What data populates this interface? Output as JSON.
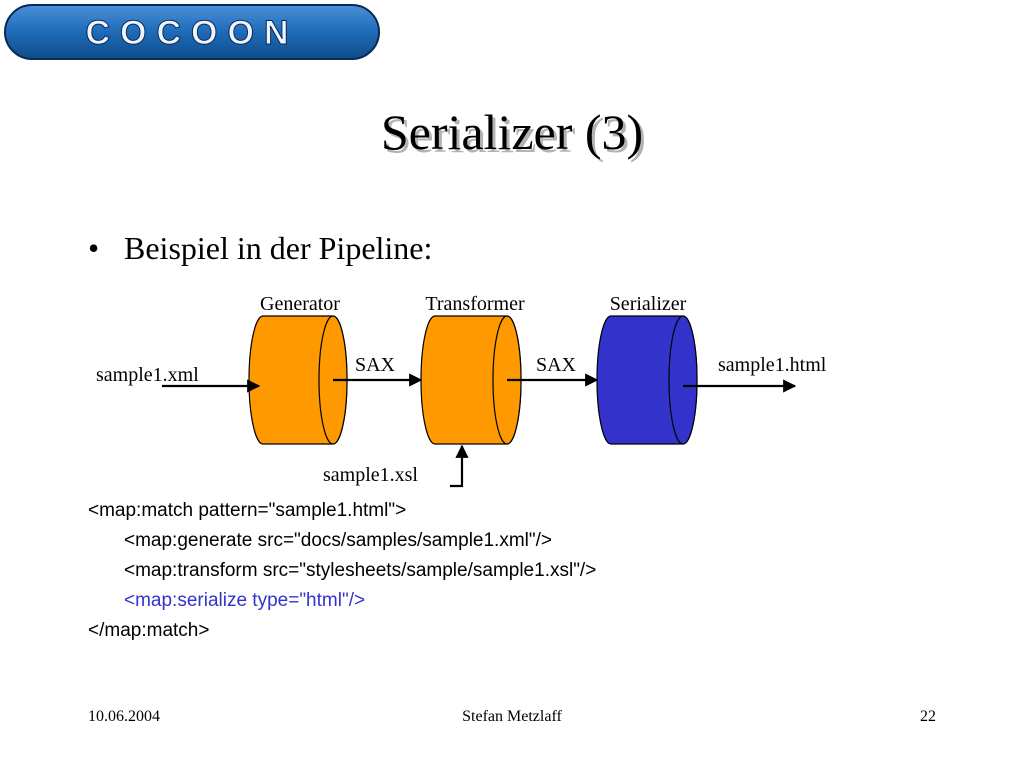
{
  "colors": {
    "logo_bg": "#1e6bb8",
    "orange": "#ff9900",
    "blue": "#3333cc",
    "code_highlight": "#3333cc"
  },
  "logo": {
    "text": "COCOON"
  },
  "slide": {
    "title": "Serializer (3)",
    "bullet": "Beispiel in der Pipeline:"
  },
  "diagram": {
    "components": [
      "Generator",
      "Transformer",
      "Serializer"
    ],
    "input": "sample1.xml",
    "output": "sample1.html",
    "stylesheet": "sample1.xsl",
    "links": [
      "SAX",
      "SAX"
    ]
  },
  "code": {
    "lines": [
      "<map:match pattern=\"sample1.html\">",
      "<map:generate src=\"docs/samples/sample1.xml\"/>",
      "<map:transform src=\"stylesheets/sample/sample1.xsl\"/>",
      "<map:serialize type=\"html\"/>",
      "</map:match>"
    ]
  },
  "footer": {
    "date": "10.06.2004",
    "author": "Stefan Metzlaff",
    "page": "22"
  }
}
